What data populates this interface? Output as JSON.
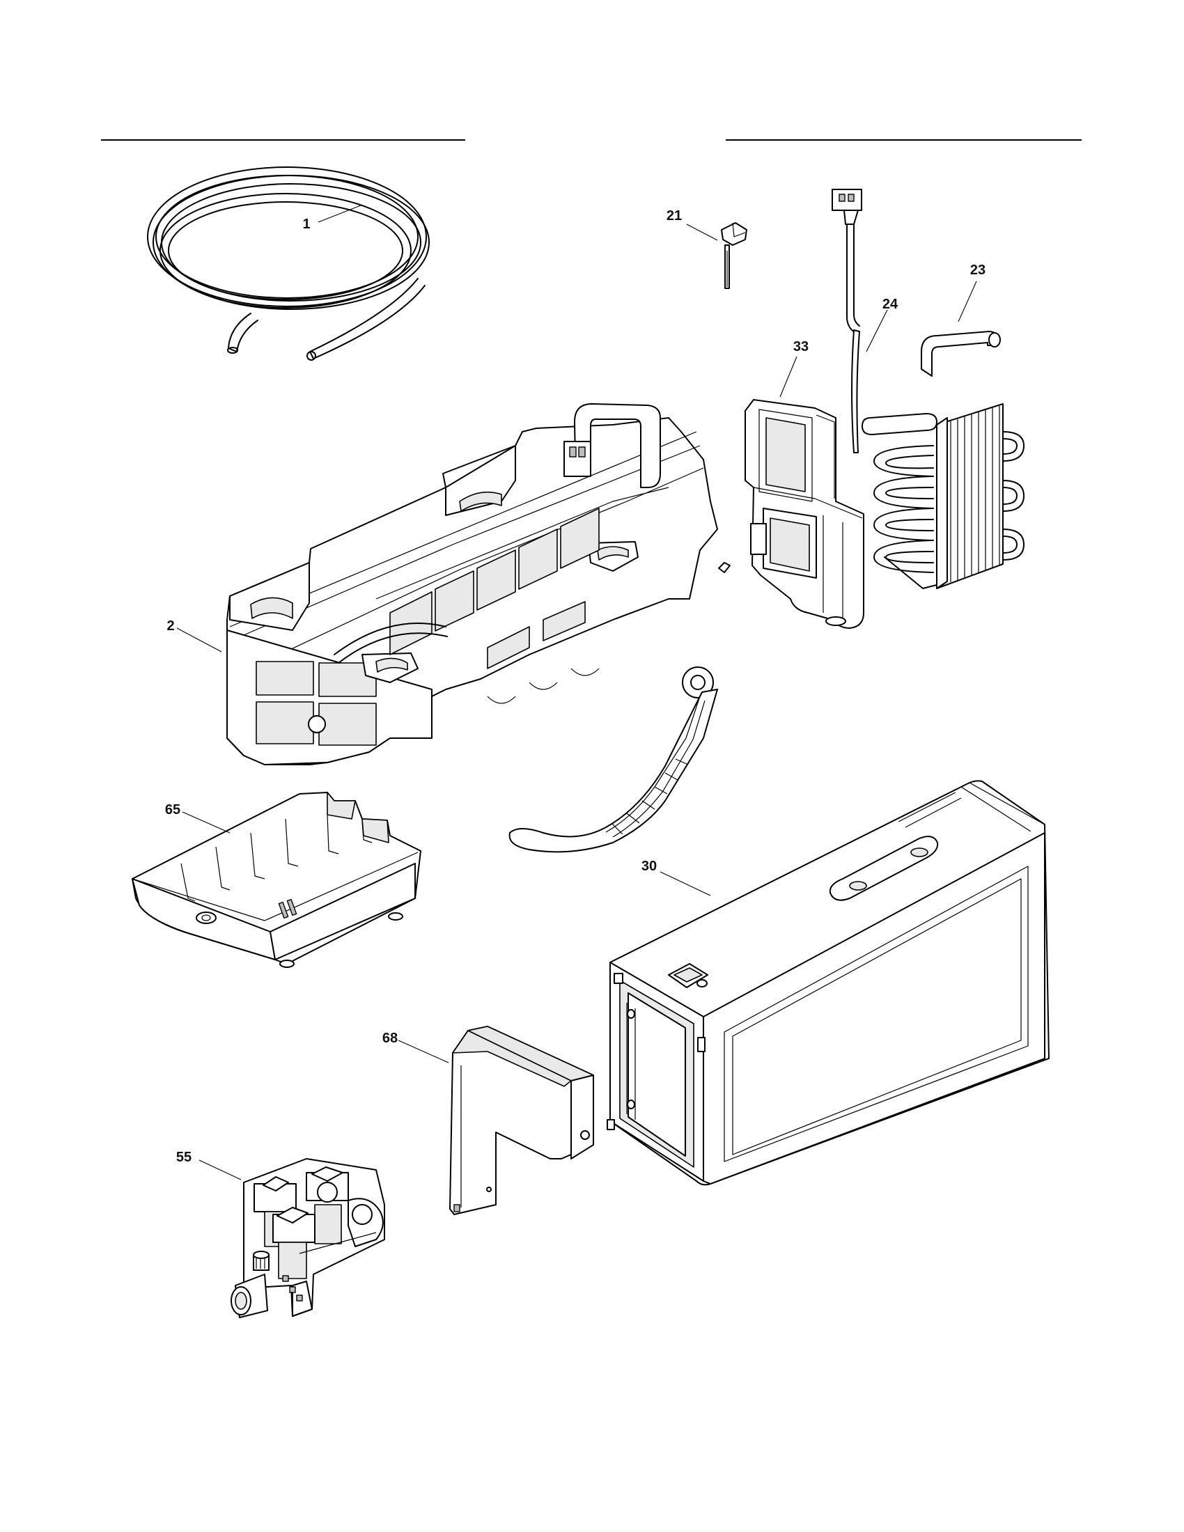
{
  "callouts": [
    {
      "id": "c1",
      "text": "1"
    },
    {
      "id": "c2",
      "text": "2"
    },
    {
      "id": "c21",
      "text": "21"
    },
    {
      "id": "c23",
      "text": "23"
    },
    {
      "id": "c24",
      "text": "24"
    },
    {
      "id": "c30",
      "text": "30"
    },
    {
      "id": "c33",
      "text": "33"
    },
    {
      "id": "c55",
      "text": "55"
    },
    {
      "id": "c65",
      "text": "65"
    },
    {
      "id": "c68",
      "text": "68"
    }
  ],
  "parts": [
    {
      "ref": "1",
      "icon": "water-tubing-coil-icon"
    },
    {
      "ref": "2",
      "icon": "ice-maker-assembly-icon"
    },
    {
      "ref": "21",
      "icon": "thermistor-sensor-icon"
    },
    {
      "ref": "23",
      "icon": "evaporator-coil-icon"
    },
    {
      "ref": "24",
      "icon": "heater-harness-icon"
    },
    {
      "ref": "30",
      "icon": "ice-compartment-housing-icon"
    },
    {
      "ref": "33",
      "icon": "fan-shroud-bracket-icon"
    },
    {
      "ref": "55",
      "icon": "water-valve-icon"
    },
    {
      "ref": "65",
      "icon": "ice-tray-icon"
    },
    {
      "ref": "68",
      "icon": "door-cover-icon"
    }
  ],
  "colors": {
    "line": "#000000",
    "background": "#ffffff",
    "shade": "#e9e9e9",
    "dark_shade": "#bdbdbd"
  }
}
